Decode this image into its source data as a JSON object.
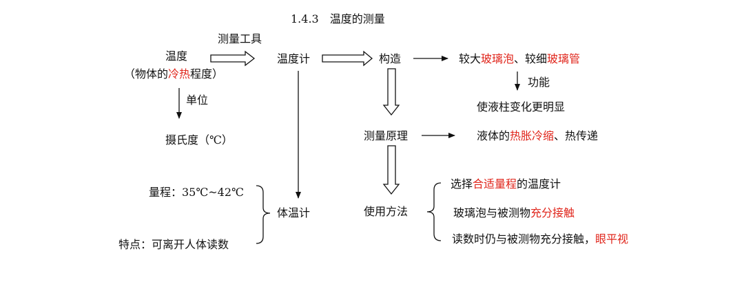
{
  "title": "1.4.3　温度的测量",
  "nodes": {
    "wendu": "温度",
    "wendu_desc": {
      "pre": "（物体的",
      "red": "冷热",
      "post": "程度）"
    },
    "edge_tool": "测量工具",
    "wenduji": "温度计",
    "gouzao": "构造",
    "struct_desc": {
      "a": "较大",
      "b": "玻璃泡",
      "c": "、较细",
      "d": "玻璃管"
    },
    "edge_function": "功能",
    "function_desc": "使液柱变化更明显",
    "edge_unit": "单位",
    "unit_desc": "摄氏度（℃）",
    "yuanli": "测量原理",
    "yuanli_desc": {
      "a": "液体的",
      "b": "热胀冷缩",
      "c": "、热传递"
    },
    "tiwenji": "体温计",
    "range": "量程：35℃~42℃",
    "feature": "特点：可离开人体读数",
    "fangfa": "使用方法",
    "method1": {
      "a": "选择",
      "b": "合适量程",
      "c": "的温度计"
    },
    "method2": {
      "a": "玻璃泡与被测物",
      "b": "充分接触"
    },
    "method3": {
      "a": "读数时仍与被测物充分接触，",
      "b": "眼平视"
    }
  },
  "colors": {
    "text": "#111111",
    "highlight": "#e0251b"
  }
}
